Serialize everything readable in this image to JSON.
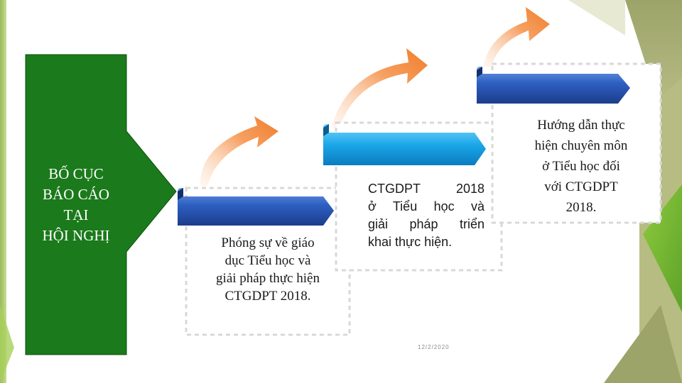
{
  "title": {
    "lines": [
      "BỐ CỤC",
      "BÁO CÁO",
      "TẠI",
      "HỘI NGHỊ"
    ]
  },
  "steps": [
    {
      "lines": [
        "Phóng sự về giáo",
        "dục Tiểu học và",
        "giải pháp thực hiện",
        "CTGDPT 2018."
      ]
    },
    {
      "lines": [
        "CTGDPT 2018",
        "ở Tiểu học và",
        "giải pháp triển",
        "khai thực hiện."
      ]
    },
    {
      "lines": [
        "Hướng dẫn thực",
        "hiện chuyên môn",
        "ở Tiểu học đối",
        "với CTGDPT",
        "2018."
      ]
    }
  ],
  "footer": {
    "date": "12/2/2020"
  },
  "colors": {
    "title_green": "#1b7a1b",
    "accent_green": "#8cc63f",
    "accent_olive": "#b6bc82",
    "orange": "#ef7d2a",
    "blue_tab": "#2f62c4",
    "cyan_tab": "#1aa7e8"
  }
}
